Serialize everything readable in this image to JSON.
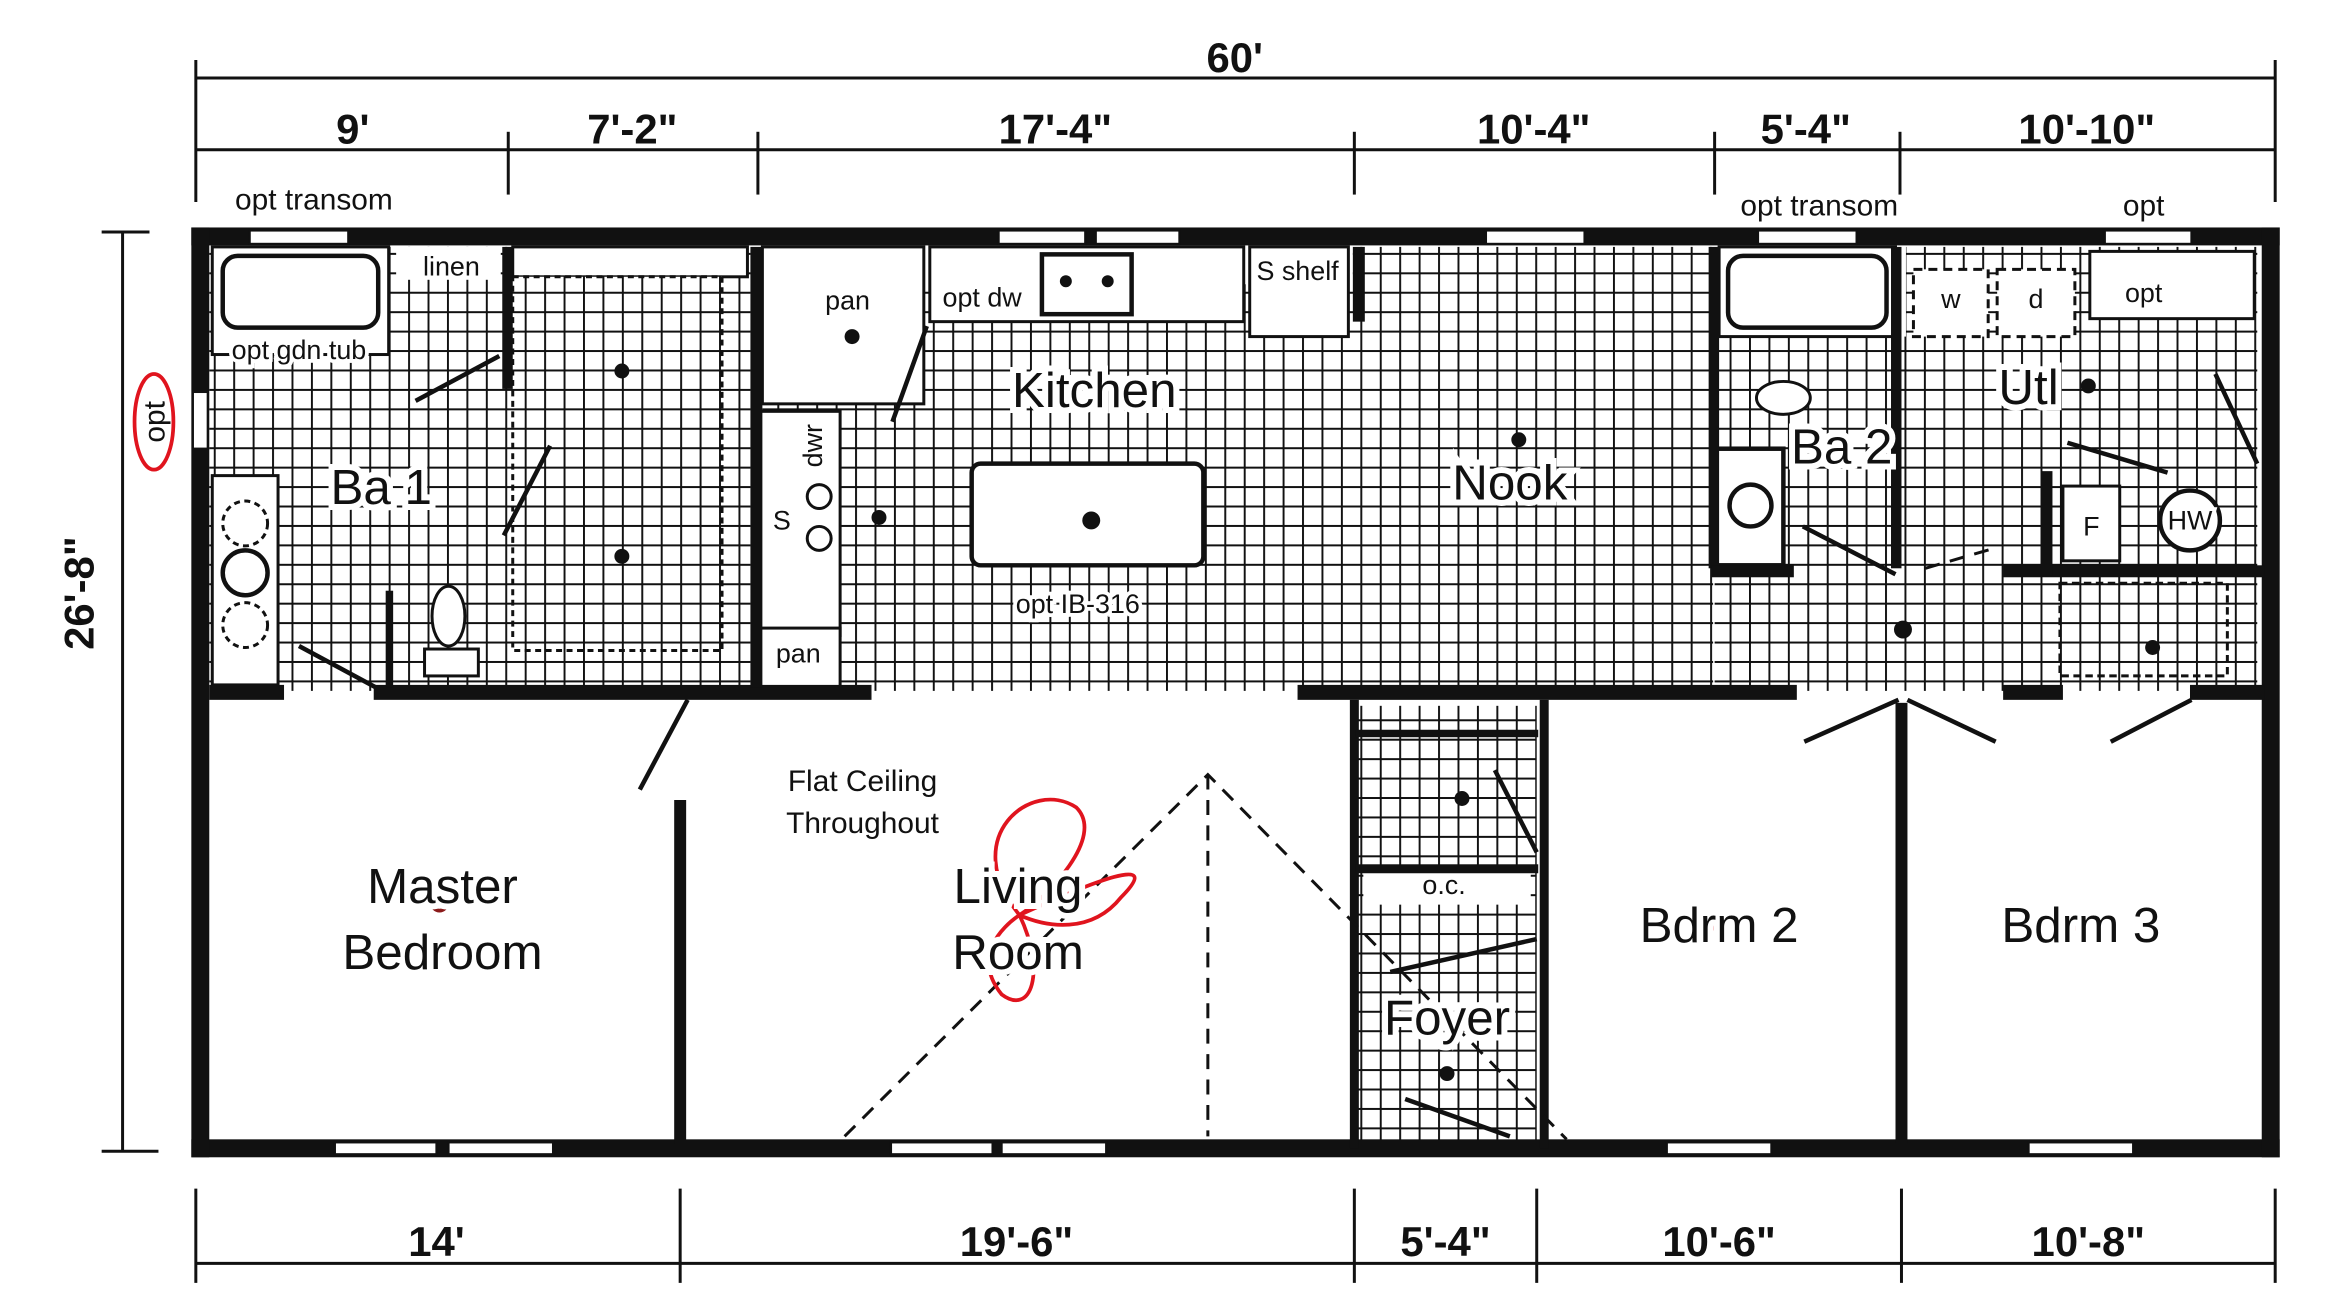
{
  "dimensions": {
    "overall_width": "60'",
    "overall_depth": "26'-8\"",
    "top_segments": [
      "9'",
      "7'-2\"",
      "17'-4\"",
      "10'-4\"",
      "5'-4\"",
      "10'-10\""
    ],
    "bottom_segments": [
      "14'",
      "19'-6\"",
      "5'-4\"",
      "10'-6\"",
      "10'-8\""
    ]
  },
  "notes": {
    "opt_transom_left": "opt transom",
    "opt_transom_right": "opt transom",
    "opt_top_right": "opt",
    "opt_left_circled": "opt",
    "flat_ceiling_1": "Flat Ceiling",
    "flat_ceiling_2": "Throughout"
  },
  "rooms": {
    "ba1": "Ba 1",
    "kitchen": "Kitchen",
    "nook": "Nook",
    "ba2": "Ba 2",
    "utl": "Utl",
    "master_1": "Master",
    "master_2": "Bedroom",
    "living_1": "Living",
    "living_2": "Room",
    "foyer": "Foyer",
    "bdrm2": "Bdrm 2",
    "bdrm3": "Bdrm 3"
  },
  "fixtures": {
    "linen": "linen",
    "opt_gdn_tub": "opt gdn tub",
    "pan_top": "pan",
    "opt_dw": "opt dw",
    "s_shelf": "S shelf",
    "dwr": "dwr",
    "s": "S",
    "pan_bottom": "pan",
    "opt_island": "opt IB-316",
    "washer": "w",
    "dryer": "d",
    "opt_utl": "opt",
    "furnace": "F",
    "water_heater": "HW",
    "coat_closet": "o.c."
  },
  "colors": {
    "ink": "#111111",
    "markup_red": "#e0141e"
  }
}
